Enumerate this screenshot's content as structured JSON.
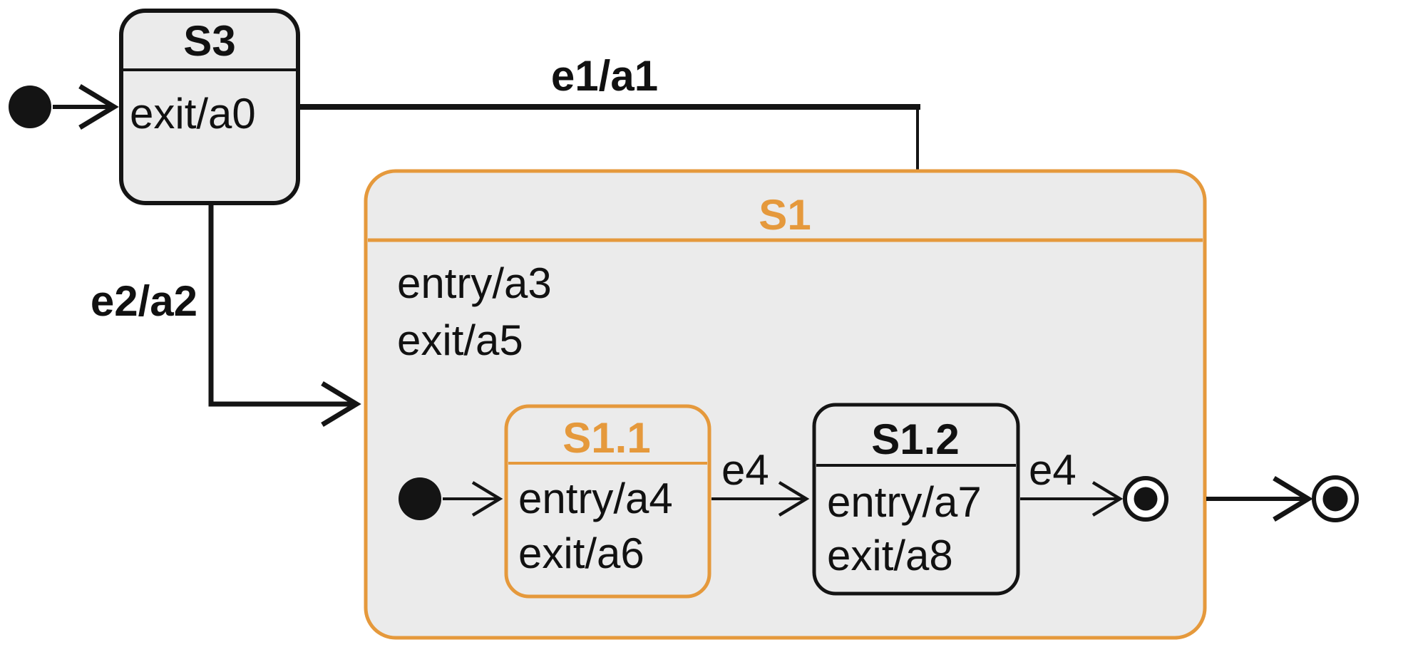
{
  "colors": {
    "orange": "#E5993C",
    "state-fill": "#EBEBEB",
    "edge": "#141414",
    "background": "#FFFFFF"
  },
  "states": {
    "s3": {
      "name": "S3",
      "actions": [
        "exit/a0"
      ]
    },
    "s1": {
      "name": "S1",
      "actions": [
        "entry/a3",
        "exit/a5"
      ]
    },
    "s11": {
      "name": "S1.1",
      "actions": [
        "entry/a4",
        "exit/a6"
      ]
    },
    "s12": {
      "name": "S1.2",
      "actions": [
        "entry/a7",
        "exit/a8"
      ]
    }
  },
  "transitions": {
    "e1": {
      "label": "e1/a1"
    },
    "e2": {
      "label": "e2/a2"
    },
    "e4a": {
      "label": "e4"
    },
    "e4b": {
      "label": "e4"
    }
  }
}
